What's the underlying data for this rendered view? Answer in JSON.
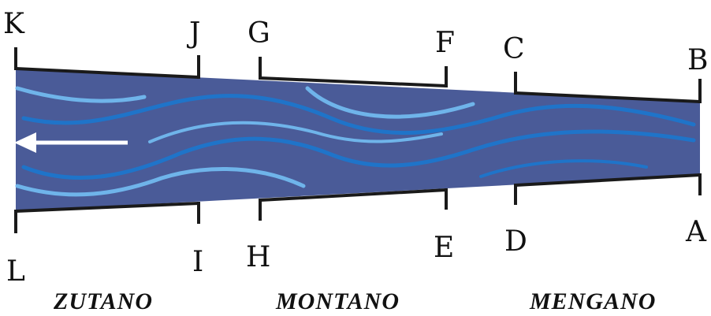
{
  "diagram": {
    "points": {
      "A": "A",
      "B": "B",
      "C": "C",
      "D": "D",
      "E": "E",
      "F": "F",
      "G": "G",
      "H": "H",
      "I": "I",
      "J": "J",
      "K": "K",
      "L": "L"
    },
    "owners": [
      "ZUTANO",
      "MONTANO",
      "MENGANO"
    ],
    "colors": {
      "water": "#4a5b98",
      "current_light": "#6fb4ea",
      "current_dark": "#1f74c9",
      "bank": "#1a1a1a",
      "arrow": "#ffffff"
    },
    "flow_direction": "left"
  }
}
